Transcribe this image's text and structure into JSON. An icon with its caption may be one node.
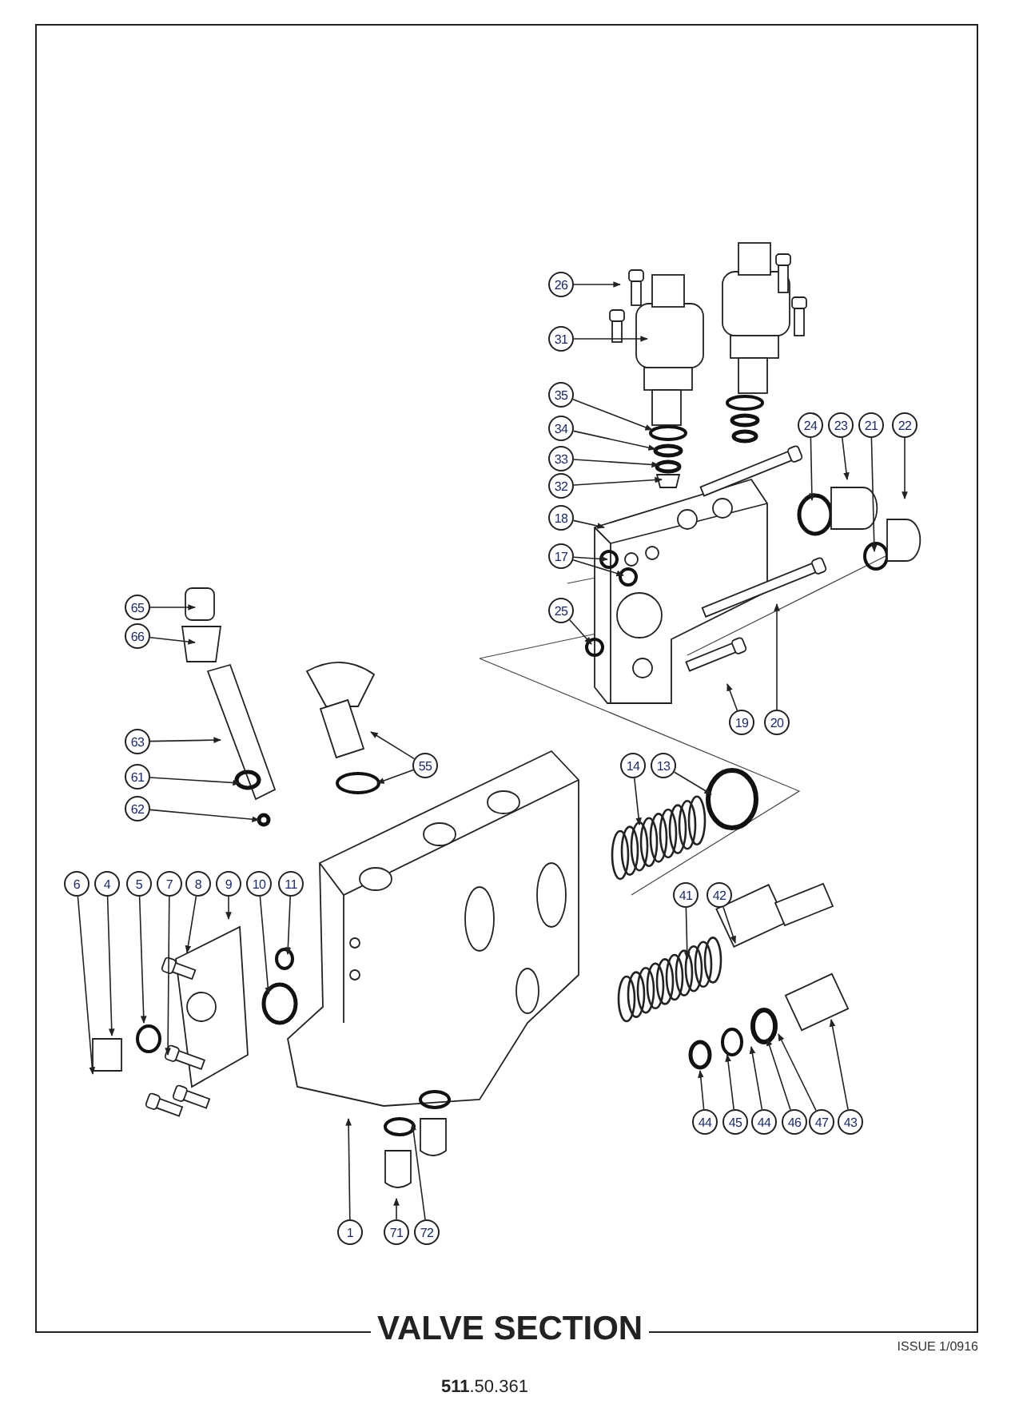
{
  "diagram": {
    "title": "VALVE SECTION",
    "nodes": [
      {
        "text": [
          "26"
        ]
      },
      {
        "text": [
          "31"
        ]
      },
      {
        "text": [
          "35"
        ]
      },
      {
        "text": [
          "34"
        ]
      },
      {
        "text": [
          "33"
        ]
      },
      {
        "text": [
          "32"
        ]
      },
      {
        "text": [
          "24"
        ]
      },
      {
        "text": [
          "23"
        ]
      },
      {
        "text": [
          "21"
        ]
      },
      {
        "text": [
          "22"
        ]
      },
      {
        "text": [
          "18"
        ]
      },
      {
        "text": [
          "17"
        ]
      },
      {
        "text": [
          "25"
        ]
      },
      {
        "text": [
          "65"
        ]
      },
      {
        "text": [
          "66"
        ]
      },
      {
        "text": [
          "19"
        ]
      },
      {
        "text": [
          "20"
        ]
      },
      {
        "text": [
          "63"
        ]
      },
      {
        "text": [
          "14"
        ]
      },
      {
        "text": [
          "13"
        ]
      },
      {
        "text": [
          "55"
        ]
      },
      {
        "text": [
          "61"
        ]
      },
      {
        "text": [
          "62"
        ]
      },
      {
        "text": [
          "6"
        ]
      },
      {
        "text": [
          "4"
        ]
      },
      {
        "text": [
          "5"
        ]
      },
      {
        "text": [
          "7"
        ]
      },
      {
        "text": [
          "8"
        ]
      },
      {
        "text": [
          "9"
        ]
      },
      {
        "text": [
          "10"
        ]
      },
      {
        "text": [
          "11"
        ]
      },
      {
        "text": [
          "41"
        ]
      },
      {
        "text": [
          "42"
        ]
      },
      {
        "text": [
          "44"
        ]
      },
      {
        "text": [
          "45"
        ]
      },
      {
        "text": [
          "44"
        ]
      },
      {
        "text": [
          "46"
        ]
      },
      {
        "text": [
          "47"
        ]
      },
      {
        "text": [
          "43"
        ]
      },
      {
        "text": [
          "1"
        ]
      },
      {
        "text": [
          "71"
        ]
      },
      {
        "text": [
          "72"
        ]
      }
    ],
    "edges": [
      {
        "from": 0,
        "to": null,
        "arrow": "to"
      },
      {
        "from": 1,
        "to": null,
        "arrow": "to"
      },
      {
        "from": 2,
        "to": null,
        "arrow": "to"
      },
      {
        "from": 3,
        "to": null,
        "arrow": "to"
      },
      {
        "from": 4,
        "to": null,
        "arrow": "to"
      },
      {
        "from": 5,
        "to": null,
        "arrow": "to"
      },
      {
        "from": 6,
        "to": null,
        "arrow": "to"
      },
      {
        "from": 7,
        "to": null,
        "arrow": "to"
      },
      {
        "from": 8,
        "to": null,
        "arrow": "to"
      },
      {
        "from": 9,
        "to": null,
        "arrow": "to"
      },
      {
        "from": 10,
        "to": null,
        "arrow": "to"
      },
      {
        "from": 11,
        "to": null,
        "arrow": "to"
      },
      {
        "from": 11,
        "to": null,
        "arrow": "to"
      },
      {
        "from": 12,
        "to": null,
        "arrow": "to"
      },
      {
        "from": 13,
        "to": null,
        "arrow": "to"
      },
      {
        "from": 14,
        "to": null,
        "arrow": "to"
      },
      {
        "from": 15,
        "to": null,
        "arrow": "to"
      },
      {
        "from": 16,
        "to": null,
        "arrow": "to"
      },
      {
        "from": 17,
        "to": null,
        "arrow": "to"
      },
      {
        "from": 18,
        "to": null,
        "arrow": "to"
      },
      {
        "from": 19,
        "to": null,
        "arrow": "to"
      },
      {
        "from": 20,
        "to": null,
        "arrow": "to"
      },
      {
        "from": 20,
        "to": null,
        "arrow": "to"
      },
      {
        "from": 21,
        "to": null,
        "arrow": "to"
      },
      {
        "from": 22,
        "to": null,
        "arrow": "to"
      },
      {
        "from": 23,
        "to": null,
        "arrow": "to"
      },
      {
        "from": 24,
        "to": null,
        "arrow": "to"
      },
      {
        "from": 25,
        "to": null,
        "arrow": "to"
      },
      {
        "from": 26,
        "to": null,
        "arrow": "to"
      },
      {
        "from": 27,
        "to": null,
        "arrow": "to"
      },
      {
        "from": 28,
        "to": null,
        "arrow": "to"
      },
      {
        "from": 29,
        "to": null,
        "arrow": "to"
      },
      {
        "from": 30,
        "to": null,
        "arrow": "to"
      },
      {
        "from": 31,
        "to": null,
        "arrow": "to"
      },
      {
        "from": 32,
        "to": null,
        "arrow": "to"
      },
      {
        "from": 33,
        "to": null,
        "arrow": "to"
      },
      {
        "from": 34,
        "to": null,
        "arrow": "to"
      },
      {
        "from": 35,
        "to": null,
        "arrow": "to"
      },
      {
        "from": 36,
        "to": null,
        "arrow": "to"
      },
      {
        "from": 37,
        "to": null,
        "arrow": "to"
      },
      {
        "from": 38,
        "to": null,
        "arrow": "to"
      },
      {
        "from": 39,
        "to": null,
        "arrow": "to"
      },
      {
        "from": 40,
        "to": null,
        "arrow": "to"
      },
      {
        "from": 41,
        "to": null,
        "arrow": "to"
      }
    ],
    "labels": [
      "ISSUE 1/0916",
      "**511**.50.361"
    ]
  }
}
